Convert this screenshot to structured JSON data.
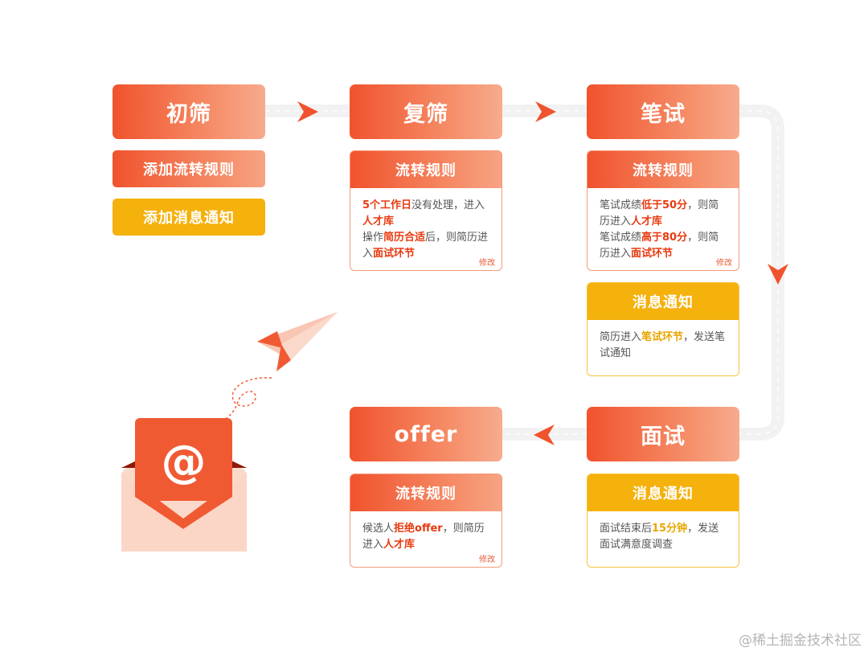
{
  "stages": {
    "initial_screen": "初筛",
    "re_screen": "复筛",
    "written_test": "笔试",
    "interview": "面试",
    "offer": "offer"
  },
  "left_actions": {
    "add_rule": "添加流转规则",
    "add_notice": "添加消息通知"
  },
  "cards": {
    "re_screen_rule": {
      "title": "流转规则",
      "parts": [
        "5个工作日",
        "没有处理，进入",
        "人才库",
        "操作",
        "简历合适",
        "后，则简历进入",
        "面试环节"
      ],
      "edit": "修改"
    },
    "written_rule": {
      "title": "流转规则",
      "parts": [
        "笔试成绩",
        "低于50分",
        "，则简历进入",
        "人才库",
        "笔试成绩",
        "高于80分",
        "，则简历进入",
        "面试环节"
      ],
      "edit": "修改"
    },
    "written_notice": {
      "title": "消息通知",
      "parts": [
        "简历进入",
        "笔试环节",
        "，发送笔试通知"
      ]
    },
    "offer_rule": {
      "title": "流转规则",
      "parts": [
        "候选人",
        "拒绝offer",
        "，则简历进入",
        "人才库"
      ],
      "edit": "修改"
    },
    "interview_notice": {
      "title": "消息通知",
      "parts": [
        "面试结束后",
        "15分钟",
        "，发送面试满意度调查"
      ]
    }
  },
  "illustration": {
    "envelope_symbol": "@",
    "icons": [
      "envelope-icon",
      "paper-plane-icon"
    ]
  },
  "colors": {
    "accent_orange": "#f0532d",
    "accent_yellow": "#f5b10c",
    "track": "#f2f2f2"
  },
  "watermark": "@稀土掘金技术社区"
}
